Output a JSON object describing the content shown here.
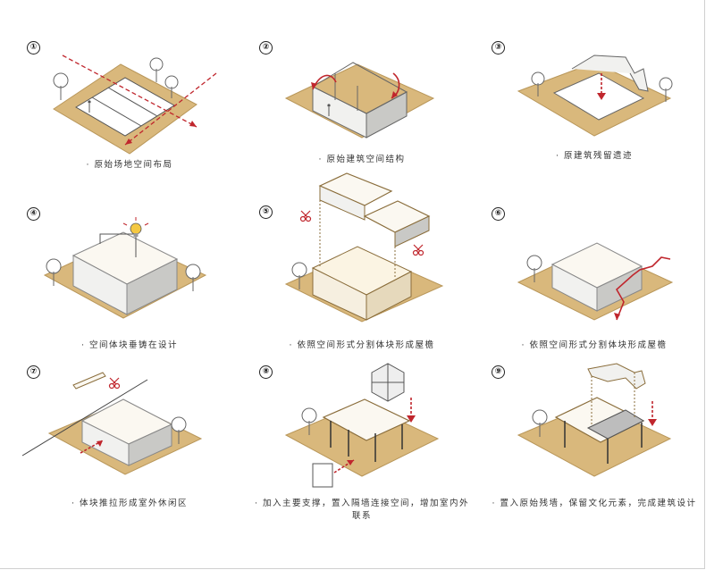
{
  "colors": {
    "ground": "#d9b87c",
    "ground_stroke": "#b9975a",
    "roof": "#fbf8f1",
    "roof_stroke": "#8a6d3b",
    "wall_light": "#f1f1ef",
    "wall_dark": "#c9c9c6",
    "accent": "#c0262d",
    "ink": "#333333"
  },
  "steps": [
    {
      "number": "①",
      "caption": "· 原始场地空间布局"
    },
    {
      "number": "②",
      "caption": "· 原始建筑空间结构"
    },
    {
      "number": "③",
      "caption": "· 原建筑残留遗迹"
    },
    {
      "number": "④",
      "caption": "· 空间体块垂铸在设计"
    },
    {
      "number": "⑤",
      "caption": "· 依照空间形式分割体块形成屋檐"
    },
    {
      "number": "⑥",
      "caption": "· 依照空间形式分割体块形成屋檐"
    },
    {
      "number": "⑦",
      "caption": "· 体块推拉形成室外休闲区"
    },
    {
      "number": "⑧",
      "caption": "· 加入主要支撑，置入隔墙连接空间，增加室内外联系"
    },
    {
      "number": "⑨",
      "caption": "· 置入原始残墙，保留文化元素，完成建筑设计"
    }
  ]
}
